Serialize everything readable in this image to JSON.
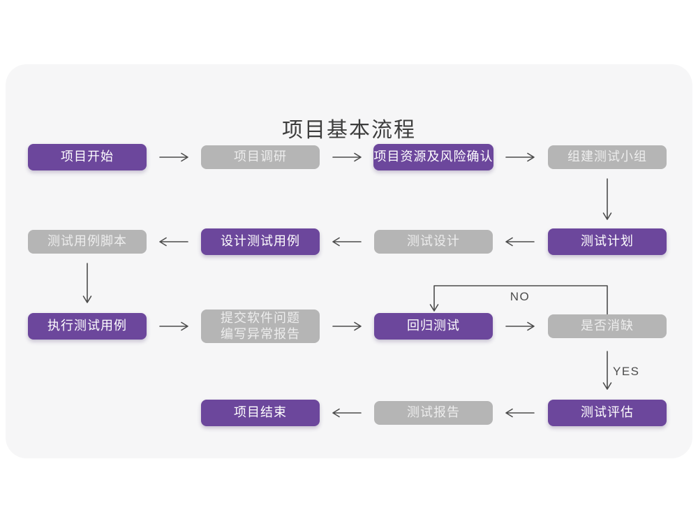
{
  "title": "项目基本流程",
  "labels": {
    "no": "NO",
    "yes": "YES"
  },
  "colors": {
    "purple": "#6c479c",
    "gray": "#b5b5b5",
    "card_bg": "#f6f6f7",
    "arrow": "#4c4c4c",
    "title_text": "#3d3d3d",
    "purple_text": "#ffffff",
    "gray_text": "#ededed"
  },
  "nodes": [
    {
      "id": "project-start",
      "label": "项目开始",
      "variant": "purple"
    },
    {
      "id": "project-research",
      "label": "项目调研",
      "variant": "gray"
    },
    {
      "id": "resources-risk-confirm",
      "label": "项目资源及风险确认",
      "variant": "purple"
    },
    {
      "id": "build-test-team",
      "label": "组建测试小组",
      "variant": "gray"
    },
    {
      "id": "test-case-script",
      "label": "测试用例脚本",
      "variant": "gray"
    },
    {
      "id": "design-test-case",
      "label": "设计测试用例",
      "variant": "purple"
    },
    {
      "id": "test-design",
      "label": "测试设计",
      "variant": "gray"
    },
    {
      "id": "test-plan",
      "label": "测试计划",
      "variant": "purple"
    },
    {
      "id": "execute-test-case",
      "label": "执行测试用例",
      "variant": "purple"
    },
    {
      "id": "submit-issue-report",
      "label": "提交软件问题\n编写异常报告",
      "variant": "gray"
    },
    {
      "id": "regression-test",
      "label": "回归测试",
      "variant": "purple"
    },
    {
      "id": "defect-cleared",
      "label": "是否消缺",
      "variant": "gray"
    },
    {
      "id": "project-end",
      "label": "项目结束",
      "variant": "purple"
    },
    {
      "id": "test-report",
      "label": "测试报告",
      "variant": "gray"
    },
    {
      "id": "test-evaluation",
      "label": "测试评估",
      "variant": "purple"
    }
  ]
}
